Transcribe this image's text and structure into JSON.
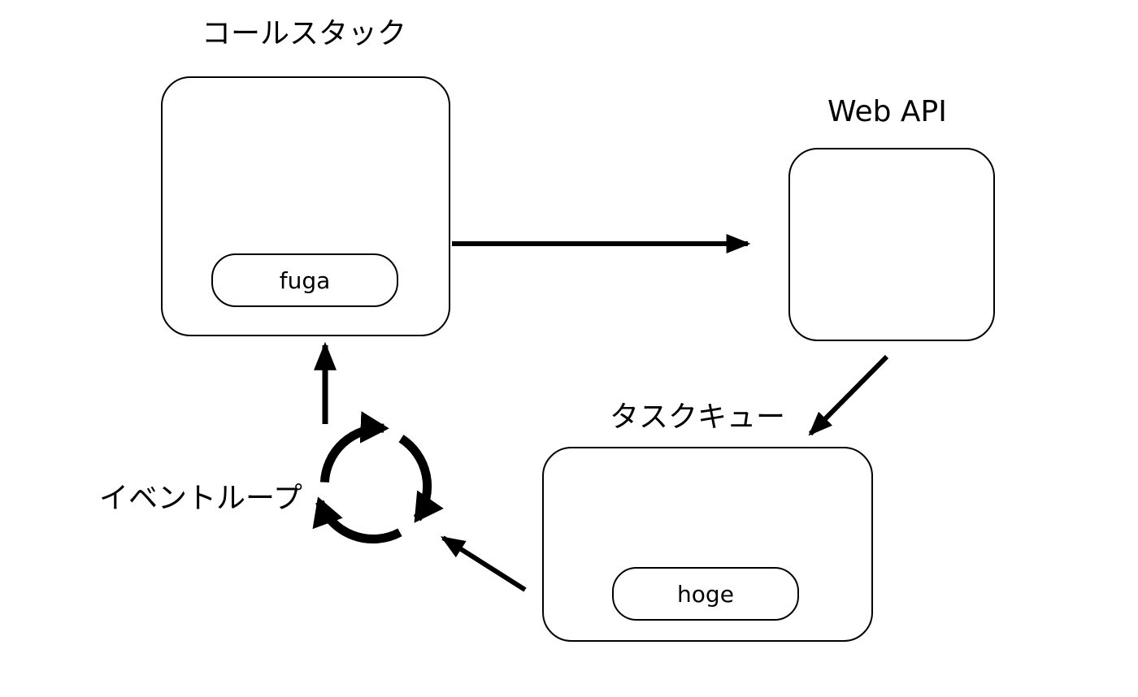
{
  "call_stack": {
    "title": "コールスタック",
    "item": "fuga"
  },
  "web_api": {
    "title": "Web API"
  },
  "task_queue": {
    "title": "タスクキュー",
    "item": "hoge"
  },
  "event_loop": {
    "label": "イベントループ"
  },
  "colors": {
    "stroke": "#000000",
    "background": "#ffffff"
  }
}
